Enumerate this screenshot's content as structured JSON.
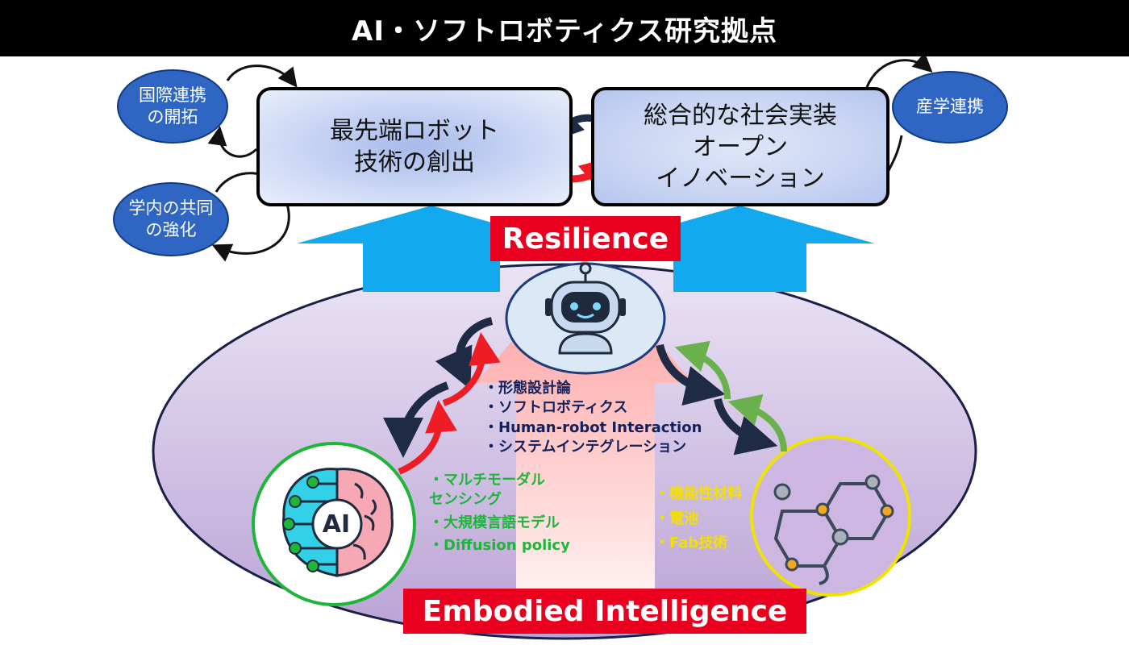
{
  "header": {
    "title": "AI・ソフトロボティクス研究拠点"
  },
  "boxes": {
    "left": {
      "line1": "最先端ロボット",
      "line2": "技術の創出"
    },
    "right": {
      "line1": "総合的な社会実装",
      "line2": "オープン",
      "line3": "イノベーション"
    }
  },
  "bubbles": {
    "international": {
      "line1": "国際連携",
      "line2": "の開拓"
    },
    "internal": {
      "line1": "学内の共同",
      "line2": "の強化"
    },
    "industry": {
      "label": "産学連携"
    }
  },
  "labels": {
    "resilience": "Resilience",
    "embodied": "Embodied Intelligence"
  },
  "robotics_items": [
    "・形態設計論",
    "・ソフトロボティクス",
    "・Human-robot Interaction",
    "・システムインテグレーション"
  ],
  "ai_items": [
    "・マルチモーダル",
    "センシング",
    "・大規模言語モデル",
    "・Diffusion policy"
  ],
  "material_items": [
    "・機能性材料",
    "・電池",
    "・Fab技術"
  ],
  "ai_icon": {
    "label": "AI"
  },
  "colors": {
    "title_bg": "#000000",
    "bubble_blue": "#2f66c4",
    "arrow_blue": "#12a9ee",
    "label_red": "#e8001e",
    "ellipse_purple": "#c5b0dc",
    "ai_green": "#1eb53a",
    "material_yellow": "#f3e000",
    "navy_text": "#14205a"
  },
  "icons": [
    "robot-icon",
    "ai-brain-icon",
    "molecule-icon",
    "cycle-arrow-icon"
  ]
}
